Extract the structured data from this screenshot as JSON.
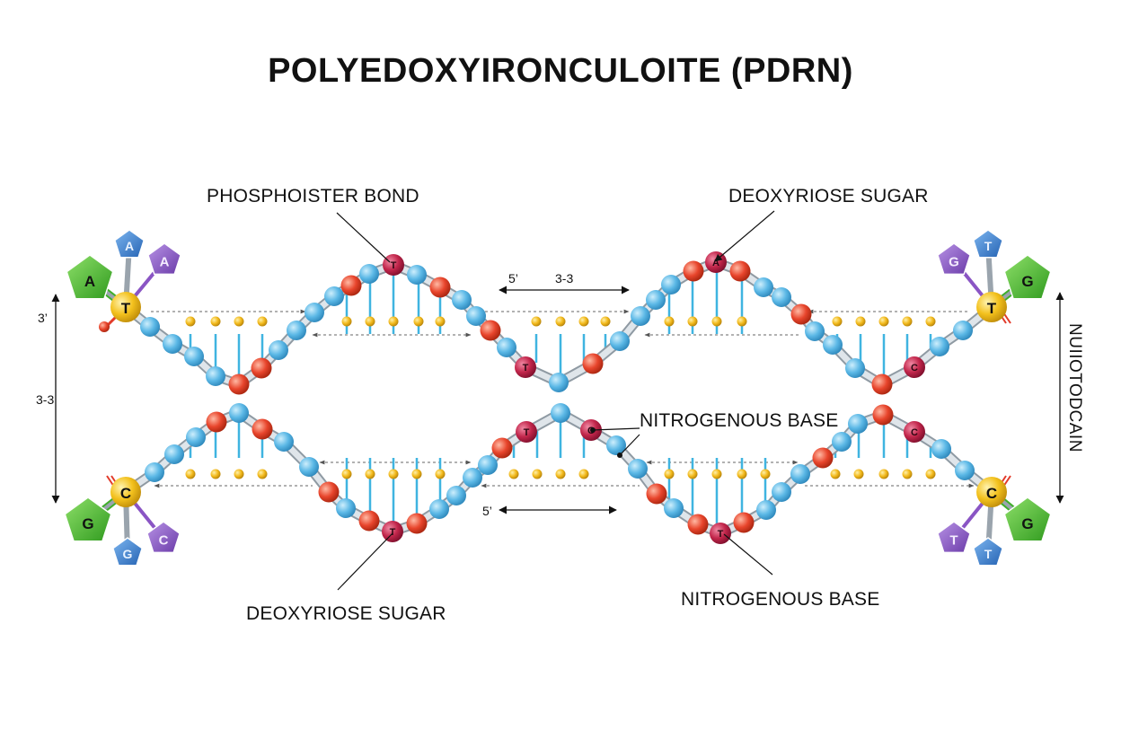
{
  "title": "POLYEDOXYIRONCULOITE (PDRN)",
  "labels": {
    "phosphoister_bond": "PHOSPHOISTER BOND",
    "deoxyriose_sugar_top": "DEOXYRIOSE SUGAR",
    "nitrogenous_base_mid": "NITROGENOUS BASE",
    "deoxyriose_sugar_bottom": "DEOXYRIOSE SUGAR",
    "nitrogenous_base_bottom": "NITROGENOUS BASE",
    "right_axis": "NUIIOTODCAIN",
    "left_top": "3’",
    "left_mid": "3-3",
    "center_top_5": "5’",
    "center_top_33": "3-3",
    "center_bottom_5": "5’"
  },
  "end_groups": {
    "top_left": {
      "hub": "T",
      "p1": "A",
      "p2": "A",
      "p3": "A"
    },
    "top_right": {
      "hub": "T",
      "p1": "G",
      "p2": "T",
      "p3": "G"
    },
    "bottom_left": {
      "hub": "C",
      "p1": "G",
      "p2": "G",
      "p3": "C"
    },
    "bottom_right": {
      "hub": "C",
      "p1": "G",
      "p2": "T",
      "p3": "T"
    }
  },
  "strand_bases": {
    "top_peak_1": "T",
    "top_trough": "T",
    "top_peak_2": "A",
    "top_right_red": "C",
    "bottom_peak_t": "T",
    "bottom_peak_c": "C",
    "bottom_trough_1": "T",
    "bottom_trough_2": "T",
    "bottom_right_red": "C"
  },
  "colors": {
    "backbone_blue": "#5bb8e6",
    "backbone_red": "#e8452c",
    "marker_crimson": "#c2264b",
    "rung_yellow": "#f2b91b",
    "rung_line": "#3fb4e0",
    "hub_yellow": "#f3c11d",
    "pent_green": "#4cbb32",
    "pent_blue": "#3a7fd0",
    "pent_purple": "#8a55c4"
  }
}
